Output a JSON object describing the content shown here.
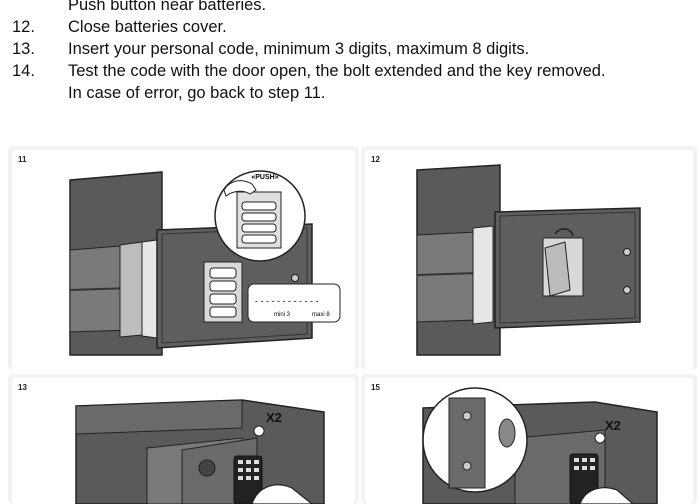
{
  "instructions": [
    {
      "num": "",
      "text": "Push button near batteries."
    },
    {
      "num": "12.",
      "text": "Close batteries cover."
    },
    {
      "num": "13.",
      "text": "Insert your personal code, minimum 3 digits, maximum 8 digits."
    },
    {
      "num": "14.",
      "text": "Test the code with the door open, the bolt extended and the key removed."
    },
    {
      "num": "",
      "text": "In case of error, go back to step 11."
    }
  ],
  "panels": [
    {
      "label": "11",
      "callout_push": "«PUSH»",
      "mini": "mini 3",
      "maxi": "maxi 8"
    },
    {
      "label": "12"
    },
    {
      "label": "13",
      "x2": "X2"
    },
    {
      "label": "15",
      "x2": "X2"
    }
  ]
}
